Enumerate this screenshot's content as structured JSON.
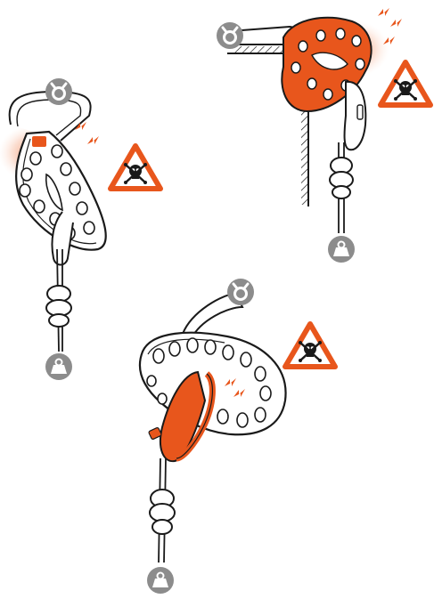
{
  "figure": {
    "scenes": [
      {
        "id": "left",
        "role": "incorrect",
        "icons": [
          "anchor-icon",
          "load-icon",
          "danger-skull-icon"
        ]
      },
      {
        "id": "right",
        "role": "incorrect",
        "icons": [
          "anchor-icon",
          "load-icon",
          "danger-skull-icon"
        ]
      },
      {
        "id": "center",
        "role": "incorrect",
        "icons": [
          "anchor-icon",
          "load-icon",
          "danger-skull-icon"
        ]
      }
    ],
    "colors": {
      "warning": "#e8561c",
      "warning_glow": "#f7b79a",
      "icon_gray": "#8c8c8c",
      "line": "#1a1a1a"
    }
  }
}
